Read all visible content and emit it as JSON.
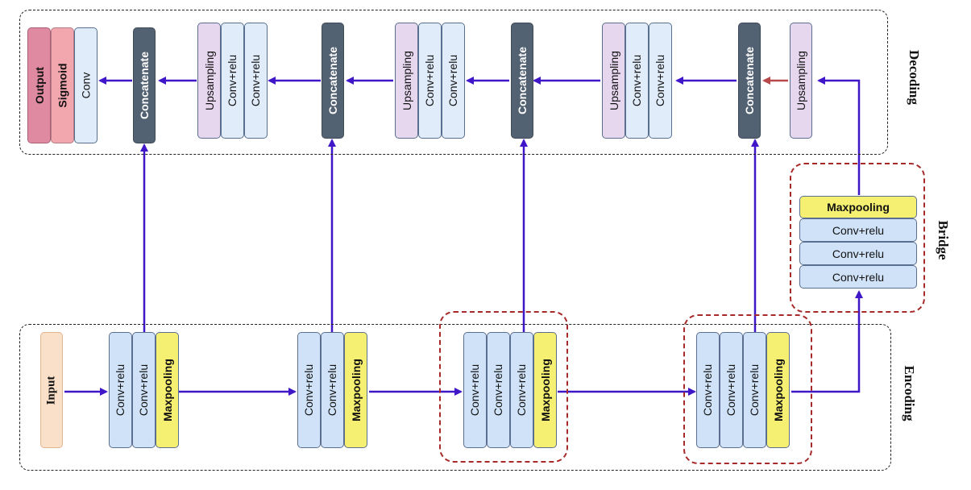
{
  "sections": {
    "decoding": "Decoding",
    "encoding": "Encoding",
    "bridge": "Bridge"
  },
  "encoding": {
    "input": "Input",
    "block1": [
      "Conv+relu",
      "Conv+relu",
      "Maxpooling"
    ],
    "block2": [
      "Conv+relu",
      "Conv+relu",
      "Maxpooling"
    ],
    "block3": [
      "Conv+relu",
      "Conv+relu",
      "Conv+relu",
      "Maxpooling"
    ],
    "block4": [
      "Conv+relu",
      "Conv+relu",
      "Conv+relu",
      "Maxpooling"
    ]
  },
  "bridge": {
    "layers": [
      "Maxpooling",
      "Conv+relu",
      "Conv+relu",
      "Conv+relu"
    ]
  },
  "decoding": {
    "upsampling_top": "Upsampling",
    "concat4": "Concatenate",
    "up3": [
      "Upsampling",
      "Conv+relu",
      "Conv+relu"
    ],
    "concat3": "Concatenate",
    "up2": [
      "Upsampling",
      "Conv+relu",
      "Conv+relu"
    ],
    "concat2": "Concatenate",
    "up1": [
      "Upsampling",
      "Conv+relu",
      "Conv+relu"
    ],
    "concat1": "Concatenate",
    "final": [
      "Output",
      "Sigmoid",
      "Conv"
    ]
  },
  "colors": {
    "arrow": "#3f17c9",
    "arrow_highlight": "#b8494a",
    "conv": "#cfe2f8",
    "maxpooling": "#f5f071",
    "upsampling": "#e6d7ee",
    "concatenate": "#536272",
    "sigmoid": "#f2a6ae",
    "output": "#e08aa2",
    "input": "#fbe0c9",
    "group_red": "#a72a2a"
  }
}
